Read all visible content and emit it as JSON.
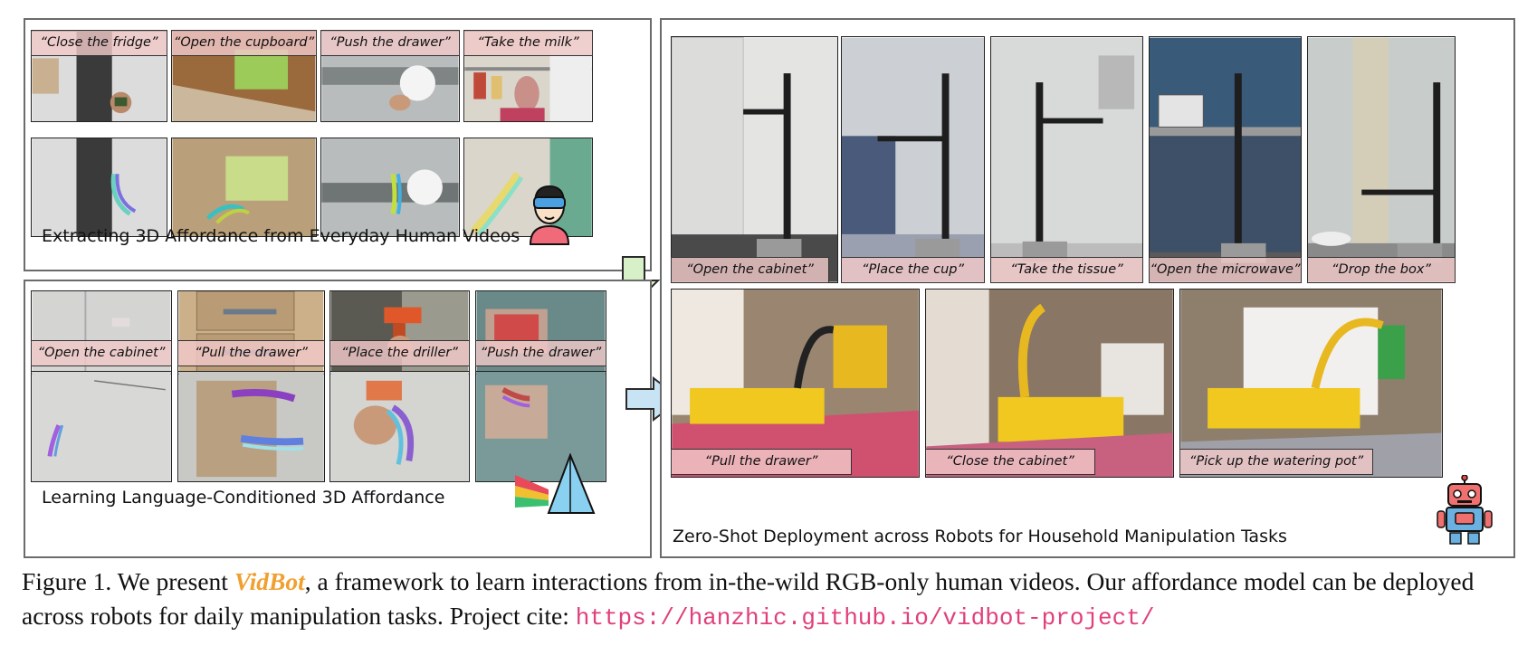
{
  "panel_a": {
    "title": "Extracting 3D Affordance from Everyday Human Videos",
    "captions": [
      "“Close the fridge”",
      "“Open the cupboard”",
      "“Push the drawer”",
      "“Take the milk”"
    ]
  },
  "panel_b": {
    "title": "Learning Language-Conditioned 3D Affordance",
    "captions": [
      "“Open the cabinet”",
      "“Pull the drawer”",
      "“Place the driller”",
      "“Push the drawer”"
    ]
  },
  "panel_c": {
    "title": "Zero-Shot Deployment across Robots for Household Manipulation Tasks",
    "top_captions": [
      "“Open the cabinet”",
      "“Place the cup”",
      "“Take the tissue”",
      "“Open the microwave”",
      "“Drop the box”"
    ],
    "bottom_captions": [
      "“Pull the drawer”",
      "“Close the cabinet”",
      "“Pick up the watering pot”"
    ]
  },
  "figure_caption": {
    "prefix": "Figure 1. We present ",
    "brand": "VidBot",
    "middle": ", a framework to learn interactions from in-the-wild RGB-only human videos. Our affordance model can be deployed across robots for daily manipulation tasks. Project cite: ",
    "url": "https://hanzhic.github.io/vidbot-project/"
  },
  "colors": {
    "brand": "#f0a030",
    "url": "#e0407a",
    "caption_bg": "#f0c8c8",
    "arrow_green": "#d8f0c8",
    "arrow_blue": "#c8e4f4"
  },
  "icons": [
    "vr-person-icon",
    "prism-icon",
    "robot-icon",
    "down-arrow-icon",
    "right-arrow-icon"
  ]
}
